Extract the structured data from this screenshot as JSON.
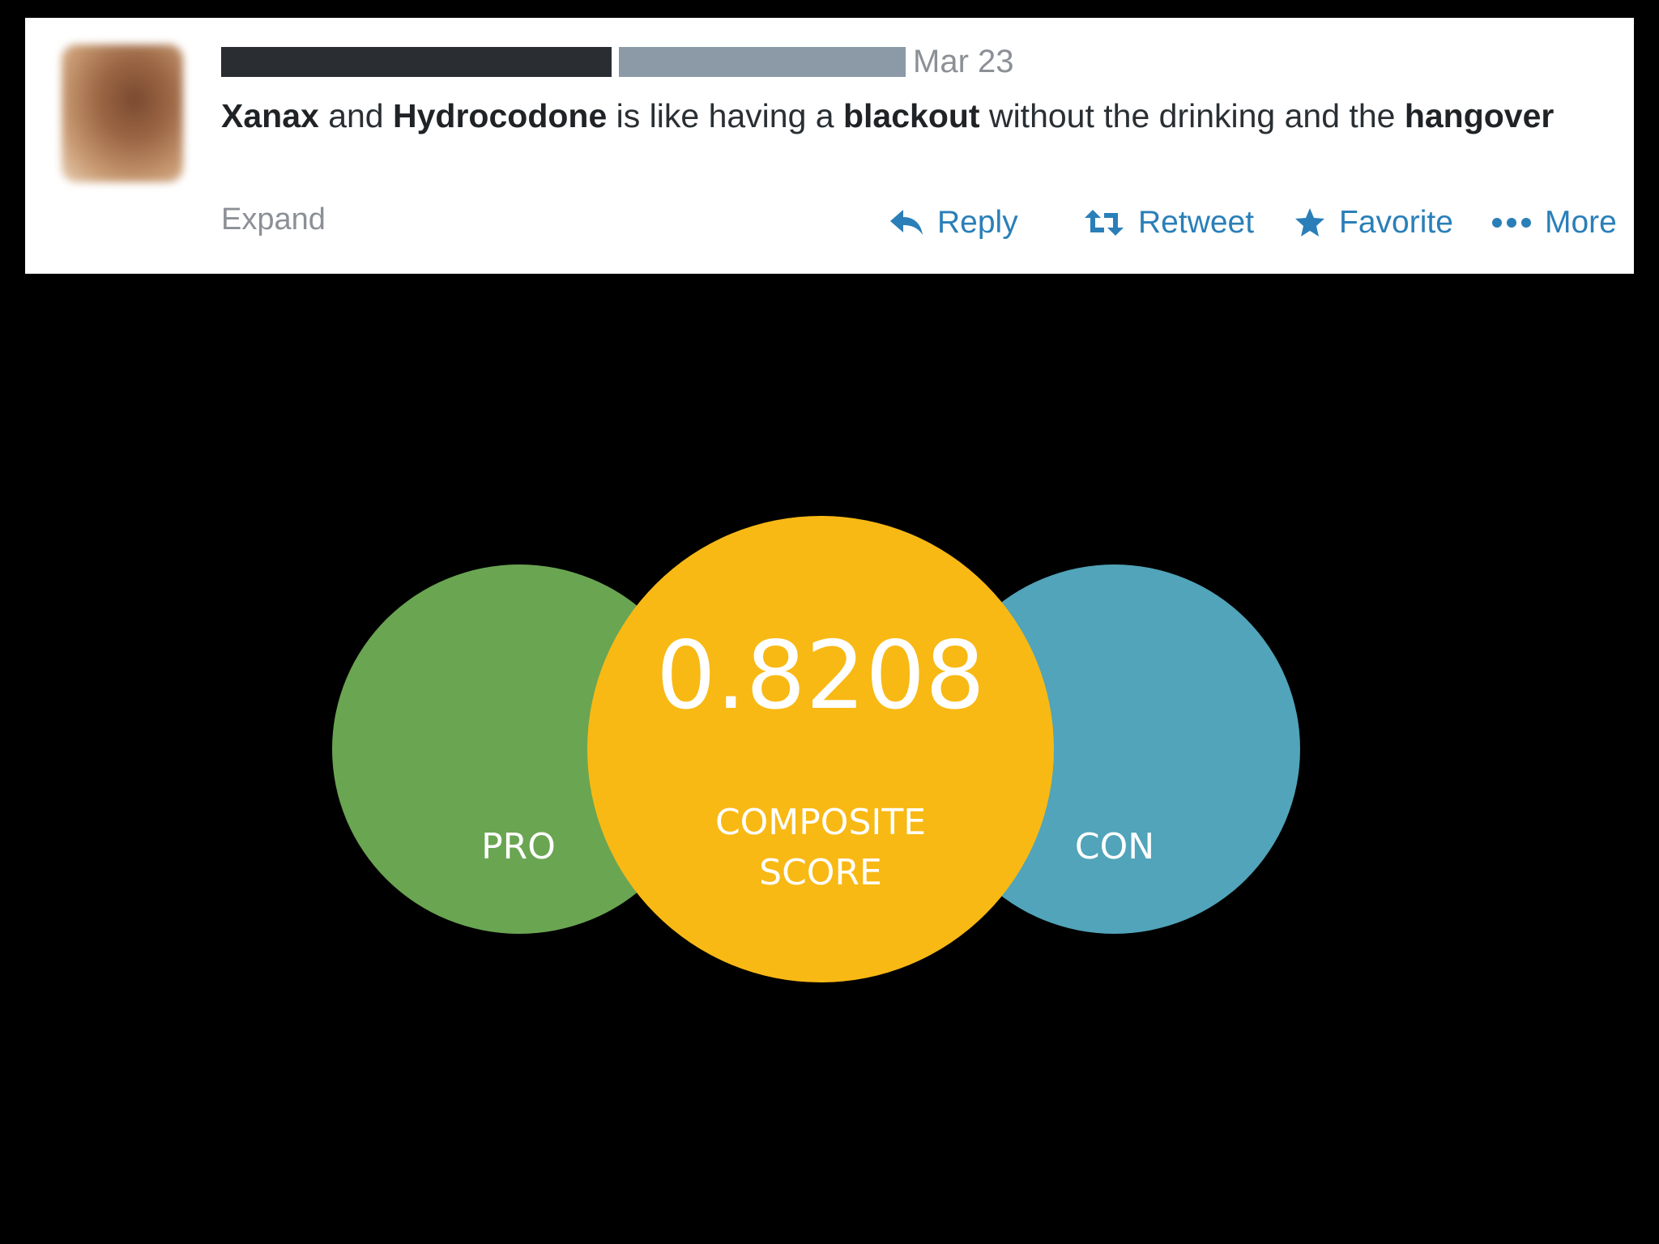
{
  "tweet": {
    "date": "Mar 23",
    "text_parts": {
      "p1": "Xanax",
      "p2": " and ",
      "p3": "Hydrocodone",
      "p4": " is like having a ",
      "p5": "blackout",
      "p6": " without the drinking and the ",
      "p7": "hangover"
    },
    "expand_label": "Expand",
    "actions": {
      "reply": "Reply",
      "retweet": "Retweet",
      "favorite": "Favorite",
      "more": "More"
    },
    "colors": {
      "action": "#2a7fb8",
      "meta": "#8c9096",
      "text": "#292f33"
    }
  },
  "venn": {
    "pro_label": "PRO",
    "con_label": "CON",
    "score_value": "0.8208",
    "score_label_line1": "COMPOSITE",
    "score_label_line2": "SCORE",
    "colors": {
      "pro": "#6aa552",
      "composite": "#f8b915",
      "con": "#51a4b9"
    }
  }
}
